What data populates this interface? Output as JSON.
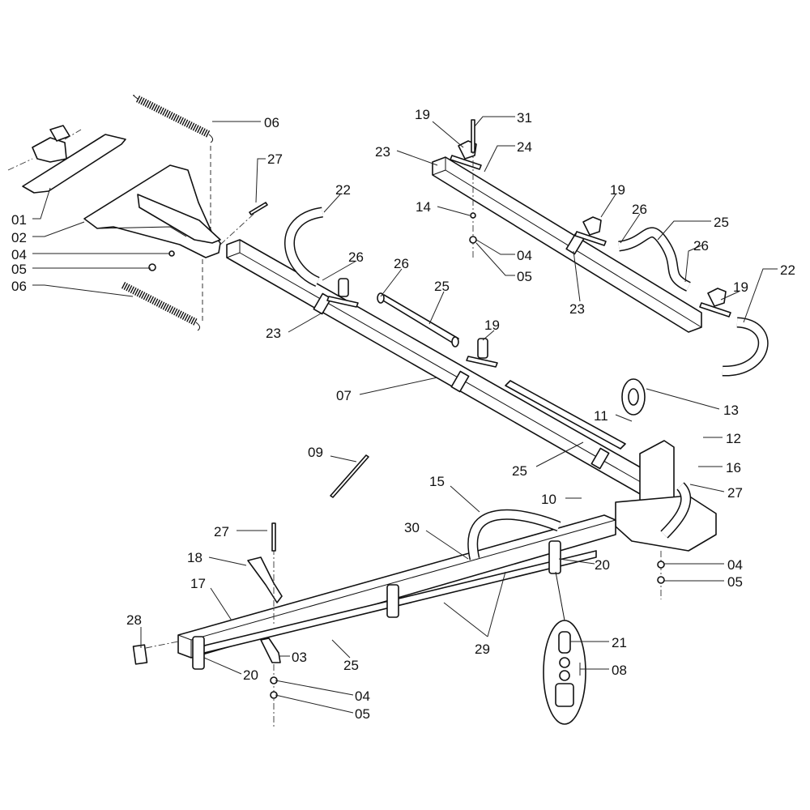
{
  "diagram": {
    "title": "Spray boom assembly exploded parts view",
    "callouts": [
      "06",
      "27",
      "22",
      "01",
      "02",
      "04",
      "05",
      "06",
      "19",
      "31",
      "23",
      "24",
      "14",
      "04",
      "05",
      "19",
      "26",
      "25",
      "26",
      "22",
      "19",
      "23",
      "26",
      "26",
      "25",
      "23",
      "19",
      "07",
      "13",
      "11",
      "12",
      "25",
      "16",
      "27",
      "09",
      "10",
      "15",
      "30",
      "27",
      "18",
      "20",
      "04",
      "05",
      "17",
      "29",
      "28",
      "21",
      "08",
      "20",
      "03",
      "25",
      "04",
      "05"
    ]
  }
}
